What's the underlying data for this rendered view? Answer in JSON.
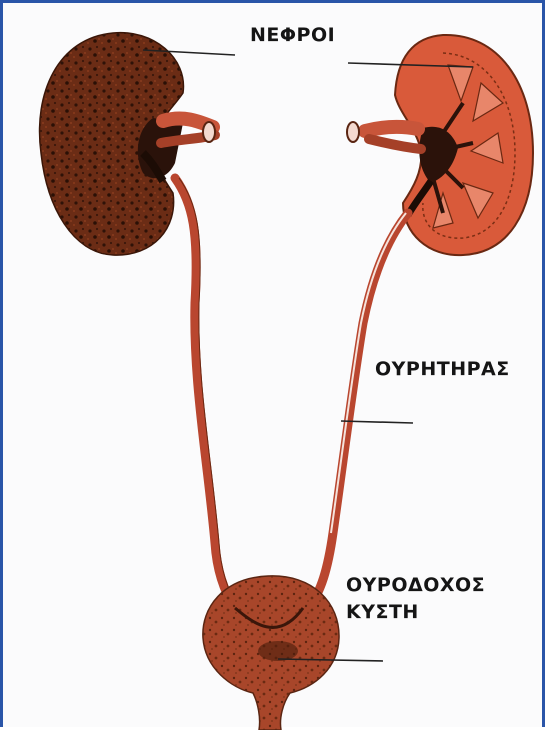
{
  "labels": {
    "kidneys": "ΝΕΦΡΟΙ",
    "ureter": "ΟΥΡΗΤΗΡΑΣ",
    "bladder_line1": "ΟΥΡΟΔΟΧΟΣ",
    "bladder_line2": "ΚΥΣΤΗ"
  },
  "colors": {
    "frame": "#2a55a8",
    "kidney_dark": "#5a2512",
    "kidney_section": "#d95a3a",
    "vessel": "#c8553a",
    "ureter": "#b9462f",
    "bladder": "#b04a2a",
    "leader_line": "#222222"
  }
}
